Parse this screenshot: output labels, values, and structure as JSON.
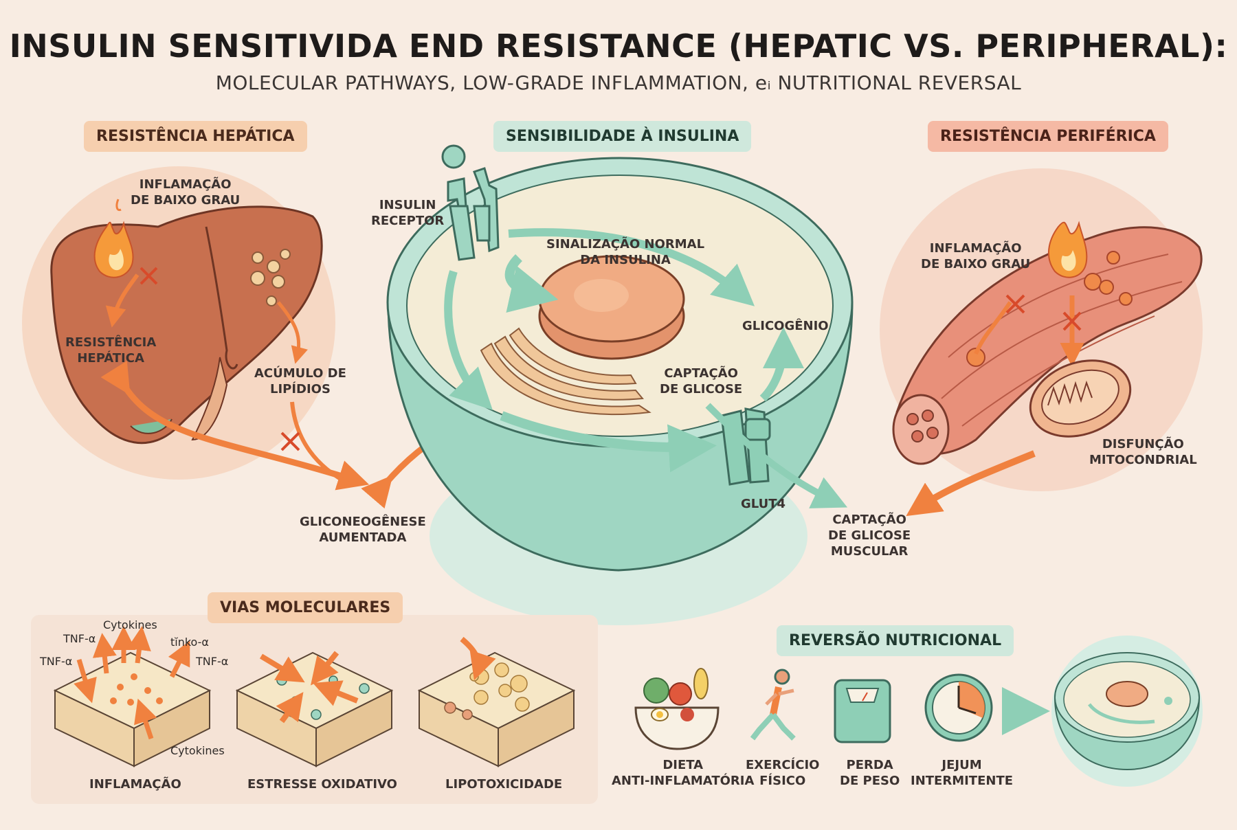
{
  "header": {
    "title": "INSULIN SENSITIVIDA END RESISTANCE (HEPATIC VS. PERIPHERAL):",
    "subtitle": "MOLECULAR PATHWAYS, LOW-GRADE INFLAMMATION, eᵢ NUTRITIONAL REVERSAL"
  },
  "sections": {
    "hepatic": "RESISTÊNCIA HEPÁTICA",
    "sensitivity": "SENSIBILIDADE À INSULINA",
    "peripheral": "RESISTÊNCIA PERIFÉRICA",
    "molecular": "VIAS MOLECULARES",
    "reversal": "REVERSÃO NUTRICIONAL"
  },
  "liver": {
    "inflammation": "INFLAMAÇÃO\nDE BAIXO GRAU",
    "resistance": "RESISTÊNCIA\nHEPÁTICA",
    "lipids": "ACÚMULO DE\nLIPÍDIOS",
    "gluconeo": "GLICONEOGÊNESE\nAUMENTADA"
  },
  "cell": {
    "receptor": "INSULIN\nRECEPTOR",
    "signaling": "SINALIZAÇÃO NORMAL\nDA INSULINA",
    "glycogen": "GLICOGÊNIO",
    "uptake": "CAPTAÇÃO\nDE GLICOSE",
    "glut4": "GLUT4"
  },
  "muscle": {
    "inflammation": "INFLAMAÇÃO\nDE BAIXO GRAU",
    "mito": "DISFUNÇÃO\nMITOCONDRIAL",
    "uptake": "CAPTAÇÃO\nDE GLICOSE\nMUSCULAR"
  },
  "molecular": {
    "panel1_caption": "INFLAMAÇÃO",
    "panel2_caption": "ESTRESSE OXIDATIVO",
    "panel3_caption": "LIPOTOXICIDADE",
    "cytokines_top": "Cytokines",
    "tnf_1": "TNF-α",
    "tnf_2": "TNF-α",
    "tnf_3": "TNF-α",
    "tinko": "tĭnko-α",
    "cytokines_bottom": "Cytokines"
  },
  "reversal": {
    "items": [
      {
        "label": "DIETA\nANTI-INFLAMATÓRIA",
        "icon": "salad-bowl-icon"
      },
      {
        "label": "EXERCÍCIO\nFÍSICO",
        "icon": "runner-icon"
      },
      {
        "label": "PERDA\nDE PESO",
        "icon": "scale-icon"
      },
      {
        "label": "JEJUM\nINTERMITENTE",
        "icon": "clock-icon"
      }
    ]
  },
  "colors": {
    "background": "#f8ece2",
    "orange": "#f0813f",
    "mint": "#9fd6c2",
    "liver": "#c8704f",
    "muscle": "#e8907a"
  }
}
